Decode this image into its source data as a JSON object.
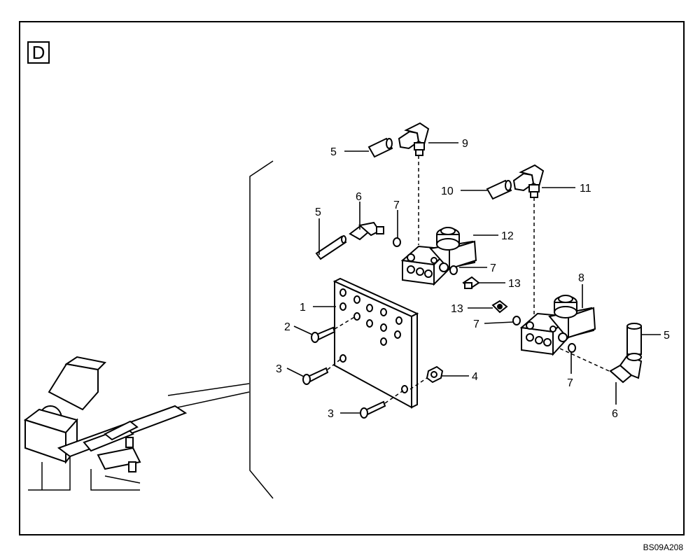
{
  "section_label": "D",
  "reference_code": "BS09A208",
  "callouts": {
    "c1": "1",
    "c2": "2",
    "c3a": "3",
    "c3b": "3",
    "c4": "4",
    "c5a": "5",
    "c5b": "5",
    "c5c": "5",
    "c6a": "6",
    "c6b": "6",
    "c7a": "7",
    "c7b": "7",
    "c7c": "7",
    "c7d": "7",
    "c8": "8",
    "c9": "9",
    "c10": "10",
    "c11": "11",
    "c12": "12",
    "c13a": "13",
    "c13b": "13"
  }
}
